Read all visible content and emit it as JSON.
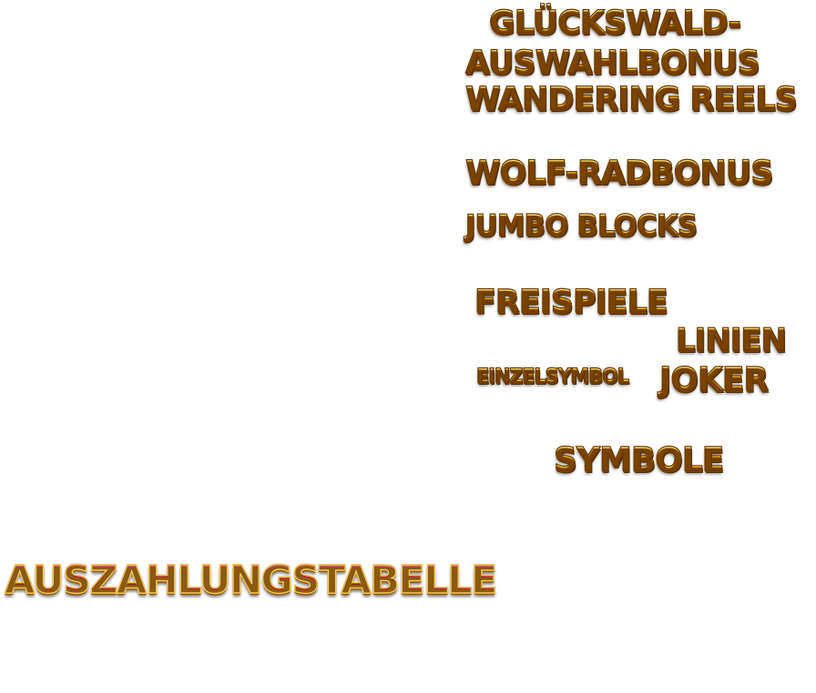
{
  "labels": {
    "gluecks_line1": "GLÜCKSWALD-",
    "gluecks_line2": "AUSWAHLBONUS",
    "wandering_reels": "WANDERING REELS",
    "wolf_rad": "WOLF-RADBONUS",
    "jumbo_blocks": "JUMBO BLOCKS",
    "freispiele": "FREISPIELE",
    "linien": "LINIEN",
    "einzelsymbol": "EINZELSYMBOL",
    "joker": "JOKER",
    "symbole": "SYMBOLE",
    "auszahlungstabelle": "AUSZAHLUNGSTABELLE"
  },
  "colors": {
    "gold_fill": "#f4b51a",
    "gold_outline": "#6b3a00",
    "red_fill": "#c01f2e",
    "red_outline": "#f3c85a",
    "background": "#ffffff"
  }
}
